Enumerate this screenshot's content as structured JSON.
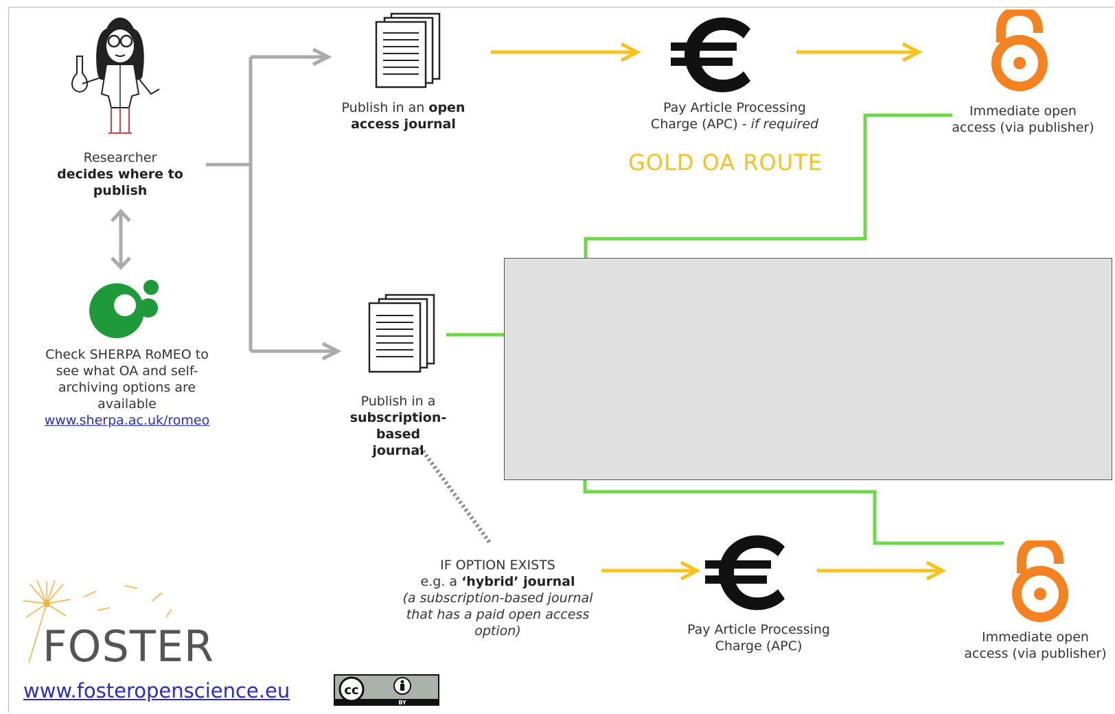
{
  "researcher": {
    "line1": "Researcher",
    "line2": "decides where to",
    "line3": "publish"
  },
  "sherpa": {
    "line1": "Check SHERPA RoMEO to",
    "line2": "see what OA and self-",
    "line3": "archiving options are",
    "line4": "available",
    "link": "www.sherpa.ac.uk/romeo"
  },
  "open_journal": {
    "prefix": "Publish in an ",
    "bold1": "open",
    "bold2": "access journal"
  },
  "subscription_journal": {
    "line1": "Publish in a",
    "bold1": "subscription-based",
    "bold2": "journal"
  },
  "apc_top": {
    "line1": "Pay Article Processing",
    "line2_prefix": "Charge (APC) - ",
    "line2_italic": "if required"
  },
  "apc_bottom": {
    "line1": "Pay Article Processing",
    "line2": "Charge (APC)"
  },
  "immediate_top": {
    "line1": "Immediate open",
    "line2": "access (via publisher)"
  },
  "immediate_bottom": {
    "line1": "Immediate open",
    "line2": "access (via publisher)"
  },
  "hybrid": {
    "line1": "IF OPTION EXISTS",
    "line2_prefix": "e.g.  a ",
    "line2_bold": "‘hybrid’ journal",
    "line3": "(a subscription-based journal",
    "line4": "that has a paid open access",
    "line5": "option)"
  },
  "route_label": "GOLD OA ROUTE",
  "footer": {
    "brand": "FOSTER",
    "url": "www.fosteropenscience.eu",
    "license_badge_cc": "cc",
    "license_badge_by": "BY"
  },
  "colors": {
    "gold": "#f7c21b",
    "green": "#6fd84a",
    "grey_arrow": "#aaaaaa",
    "oa_orange": "#f58220",
    "sherpa_green": "#1e9a3a",
    "link_blue": "#2a2ad0"
  },
  "icons": [
    "researcher-icon",
    "sherpa-romeo-logo",
    "document-stack-icon",
    "euro-icon",
    "open-access-lock-icon",
    "foster-dandelion-logo",
    "cc-by-badge"
  ]
}
